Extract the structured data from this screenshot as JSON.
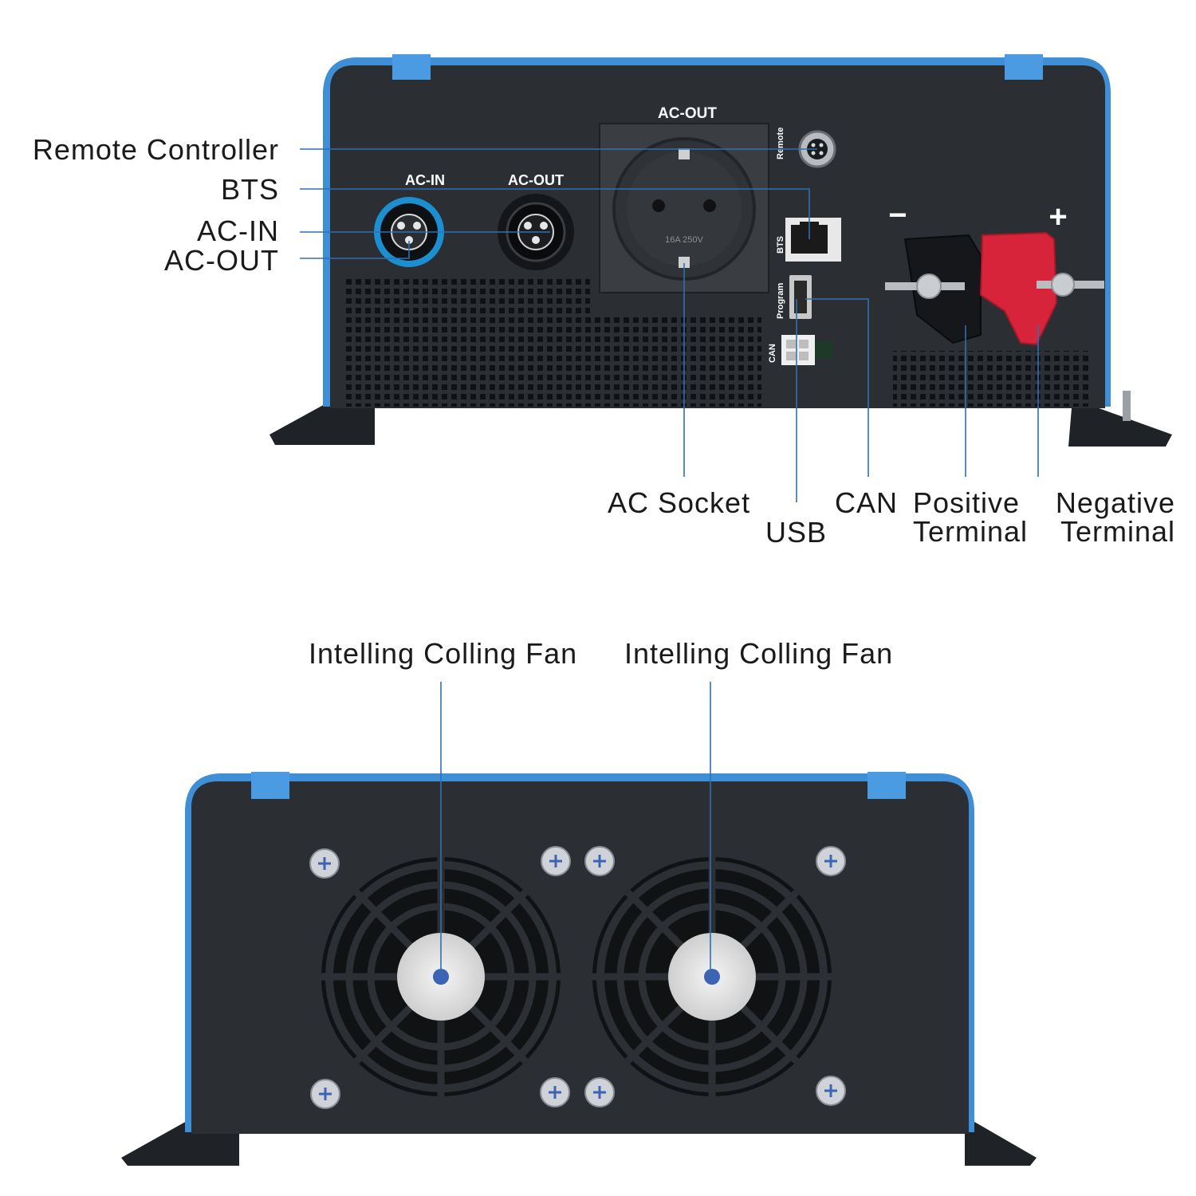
{
  "top_panel": {
    "labels": {
      "ac_in": "AC-IN",
      "ac_out_connector": "AC-OUT",
      "ac_out_socket": "AC-OUT",
      "remote": "Remote",
      "bts": "BTS",
      "program": "Program",
      "can": "CAN",
      "minus": "−",
      "plus": "+"
    },
    "socket_rating": "16A 250V"
  },
  "callouts": {
    "remote_controller": "Remote Controller",
    "bts": "BTS",
    "ac_in": "AC-IN",
    "ac_out": "AC-OUT",
    "ac_socket": "AC Socket",
    "usb": "USB",
    "can": "CAN",
    "positive_terminal": "Positive\nTerminal",
    "negative_terminal": "Negative\nTerminal"
  },
  "fan_callouts": {
    "left": "Intelling Colling Fan",
    "right": "Intelling Colling Fan"
  },
  "colors": {
    "housing_blue": "#3f8fd6",
    "panel_dark": "#2b2e33",
    "callout_line": "#2f6fb5",
    "terminal_red": "#d8243a"
  }
}
